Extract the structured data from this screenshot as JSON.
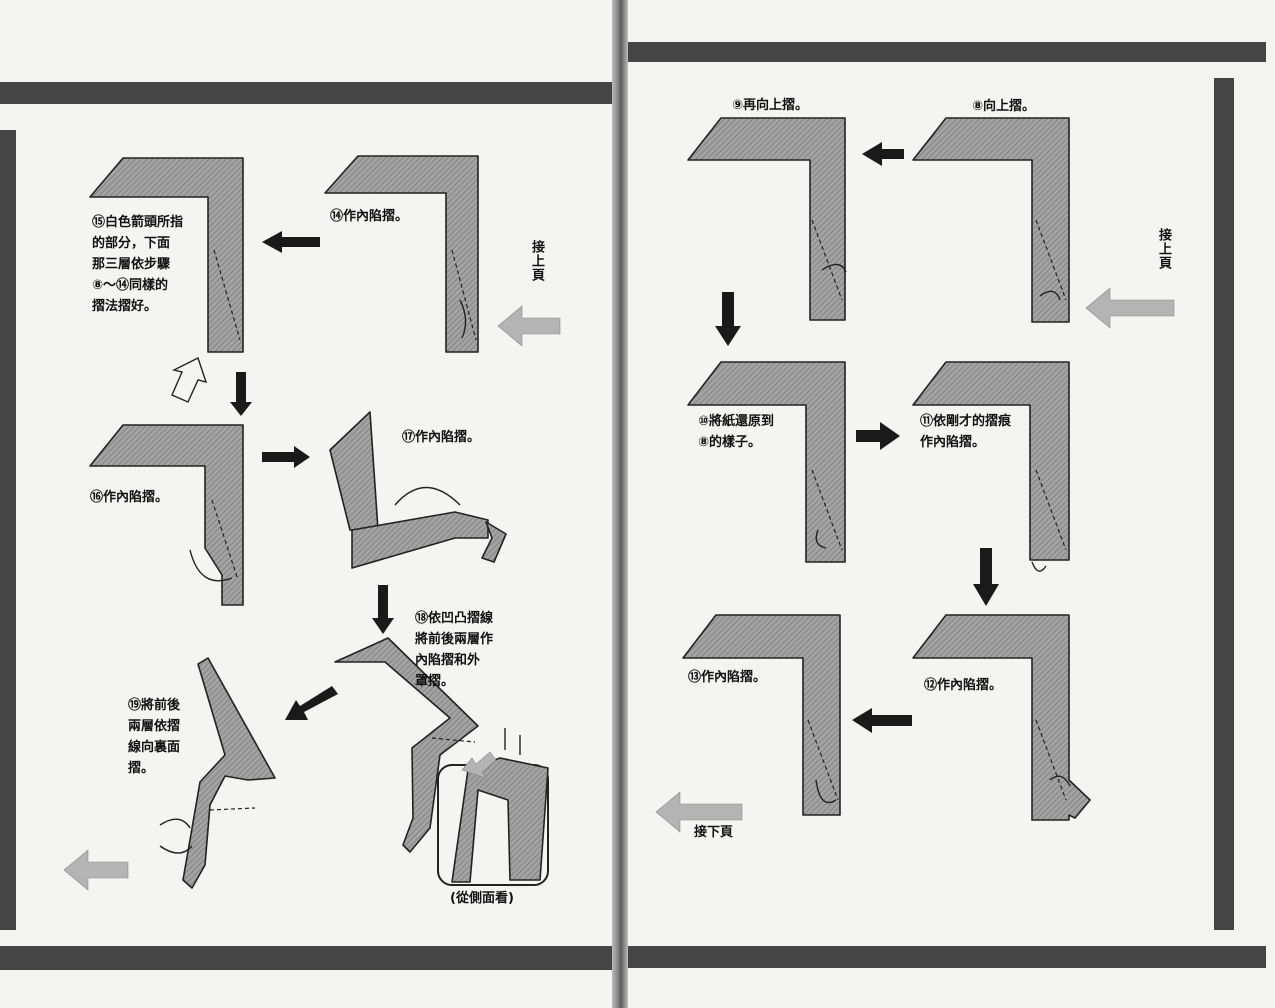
{
  "left_page": {
    "steps": {
      "s14": "⑭作內陷摺。",
      "s15": "⑮白色箭頭所指\n的部分，下面\n那三層依步驟\n⑧～⑭同樣的\n摺法摺好。",
      "s16": "⑯作內陷摺。",
      "s17": "⑰作內陷摺。",
      "s18": "⑱依凹凸摺線\n將前後兩層作\n內陷摺和外\n罩摺。",
      "s19": "⑲將前後\n兩層依摺\n線向裏面\n摺。",
      "side_view": "(從側面看)"
    },
    "continue_prev": "接上頁"
  },
  "right_page": {
    "steps": {
      "s8": "⑧向上摺。",
      "s9": "⑨再向上摺。",
      "s10": "⑩將紙還原到\n⑧的樣子。",
      "s11": "⑪依剛才的摺痕\n作內陷摺。",
      "s12": "⑫作內陷摺。",
      "s13": "⑬作內陷摺。"
    },
    "continue_prev": "接上頁",
    "continue_next": "接下頁"
  },
  "colors": {
    "band": "#454545",
    "paper_fill": "#9a9a9a",
    "paper_stroke": "#222222",
    "arrow_black": "#1a1a1a",
    "arrow_gray": "#b4b4b4"
  }
}
